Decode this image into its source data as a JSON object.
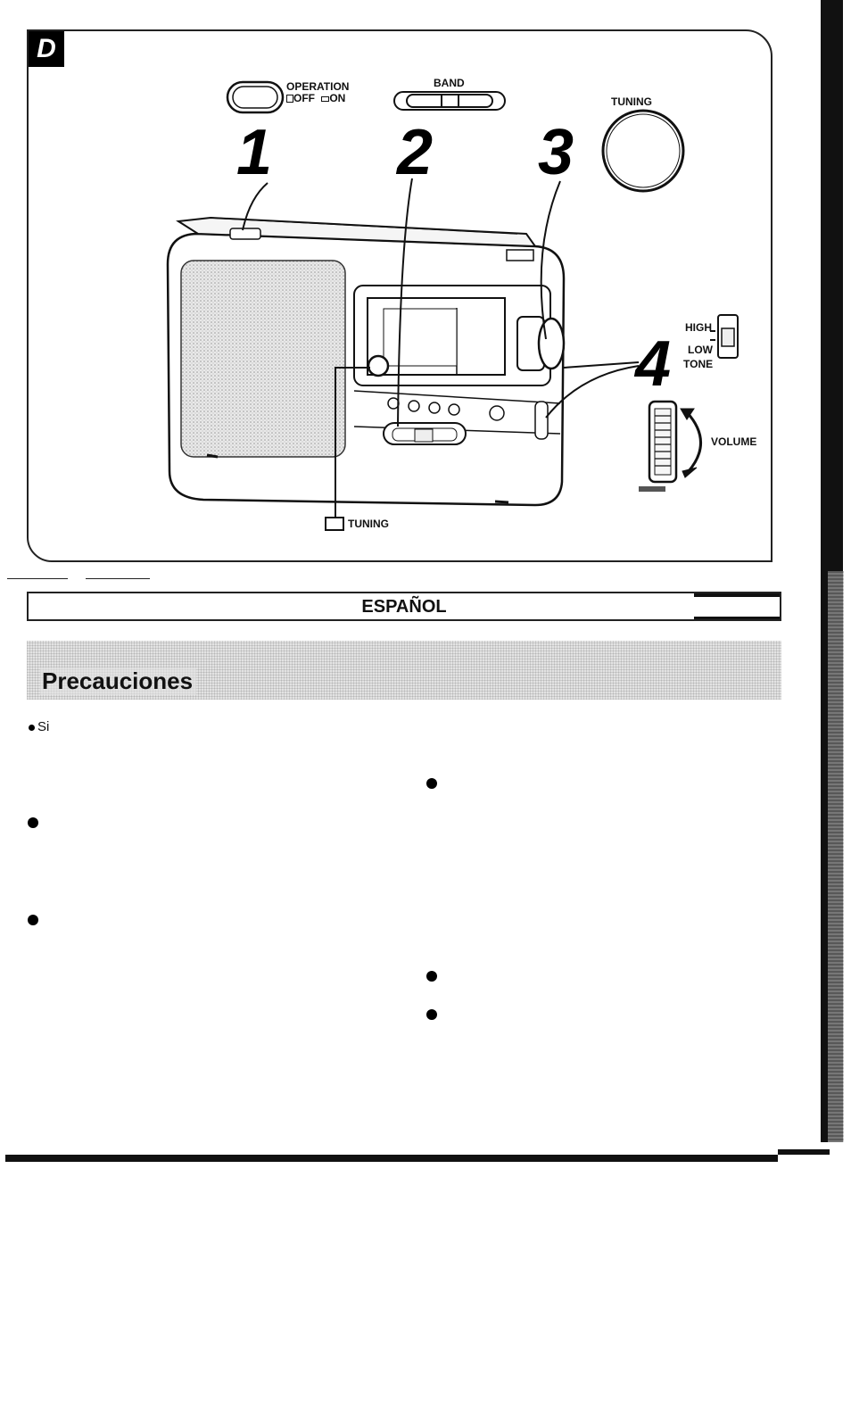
{
  "figure": {
    "tag": "D",
    "operation_label": "OPERATION",
    "operation_off": "OFF",
    "operation_on": "ON",
    "band_label": "BAND",
    "tuning_label": "TUNING",
    "tuning_indicator_label": "TUNING",
    "tone_high": "HIGH",
    "tone_low": "LOW",
    "tone_label": "TONE",
    "volume_label": "VOLUME",
    "steps": [
      "1",
      "2",
      "3",
      "4"
    ]
  },
  "section": {
    "language": "ESPAÑOL",
    "heading": "Precauciones",
    "first_item": "Si",
    "bullet_count": 6
  },
  "colors": {
    "ink": "#111111",
    "band_gray": "#e3e3e3",
    "paper": "#ffffff"
  }
}
